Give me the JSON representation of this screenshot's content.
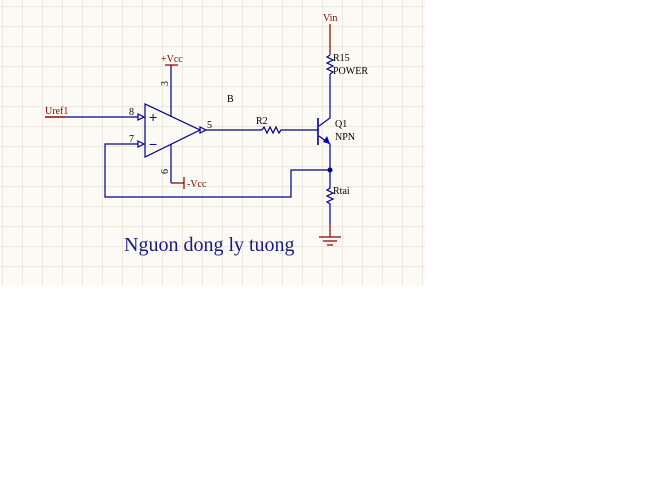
{
  "title": "Nguon dong ly tuong",
  "net_labels": {
    "vin": "Vin",
    "vcc_pos": "+Vcc",
    "vcc_neg": "-Vcc",
    "uref": "Uref1",
    "node_b": "B"
  },
  "components": {
    "r15": {
      "ref": "R15",
      "value": "POWER"
    },
    "r2": {
      "ref": "R2"
    },
    "q1": {
      "ref": "Q1",
      "value": "NPN"
    },
    "rtai": {
      "ref": "Rtai"
    },
    "opamp": {
      "pins": {
        "in_pos": "8",
        "in_neg": "7",
        "out": "5",
        "vpos": "3",
        "vneg": "6"
      },
      "plus_sign": "+",
      "minus_sign": "−"
    }
  },
  "colors": {
    "wire": "#00008b",
    "power": "#8b0000",
    "text": "#000080",
    "background": "#fcfaf4"
  }
}
